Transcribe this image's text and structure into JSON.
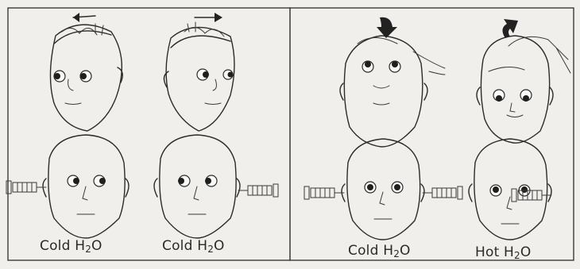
{
  "captions": [
    {
      "prefix": "Cold H",
      "sub": "2",
      "suffix": "O"
    },
    {
      "prefix": "Cold H",
      "sub": "2",
      "suffix": "O"
    },
    {
      "prefix": "Cold H",
      "sub": "2",
      "suffix": "O"
    },
    {
      "prefix": "Hot H",
      "sub": "2",
      "suffix": "O"
    }
  ],
  "colors": {
    "paper": "#f0efeb",
    "ink": "#2b2b2b"
  },
  "icons": [
    "arrow-left-icon",
    "arrow-right-icon",
    "arrow-down-icon",
    "arrow-up-icon",
    "syringe-icon"
  ]
}
